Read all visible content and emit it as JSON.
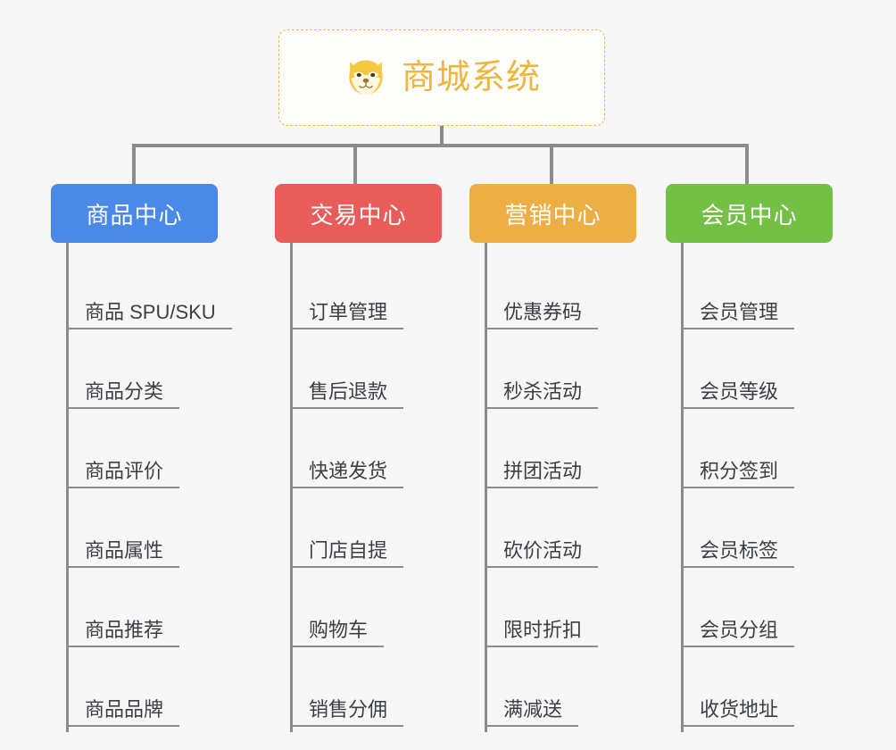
{
  "root": {
    "title": "商城系统",
    "icon": "dog-face-emoji",
    "border_color": "#e8b84b",
    "text_color": "#f0b53f",
    "background": "#fdfdfb"
  },
  "canvas": {
    "background": "#f7f7f7",
    "connector_color": "#8c8c8c"
  },
  "branches": [
    {
      "title": "商品中心",
      "color": "#4a89e8",
      "items": [
        "商品 SPU/SKU",
        "商品分类",
        "商品评价",
        "商品属性",
        "商品推荐",
        "商品品牌"
      ]
    },
    {
      "title": "交易中心",
      "color": "#e85d5a",
      "items": [
        "订单管理",
        "售后退款",
        "快递发货",
        "门店自提",
        "购物车",
        "销售分佣"
      ]
    },
    {
      "title": "营销中心",
      "color": "#edae45",
      "items": [
        "优惠券码",
        "秒杀活动",
        "拼团活动",
        "砍价活动",
        "限时折扣",
        "满减送"
      ]
    },
    {
      "title": "会员中心",
      "color": "#74c045",
      "items": [
        "会员管理",
        "会员等级",
        "积分签到",
        "会员标签",
        "会员分组",
        "收货地址"
      ]
    }
  ]
}
